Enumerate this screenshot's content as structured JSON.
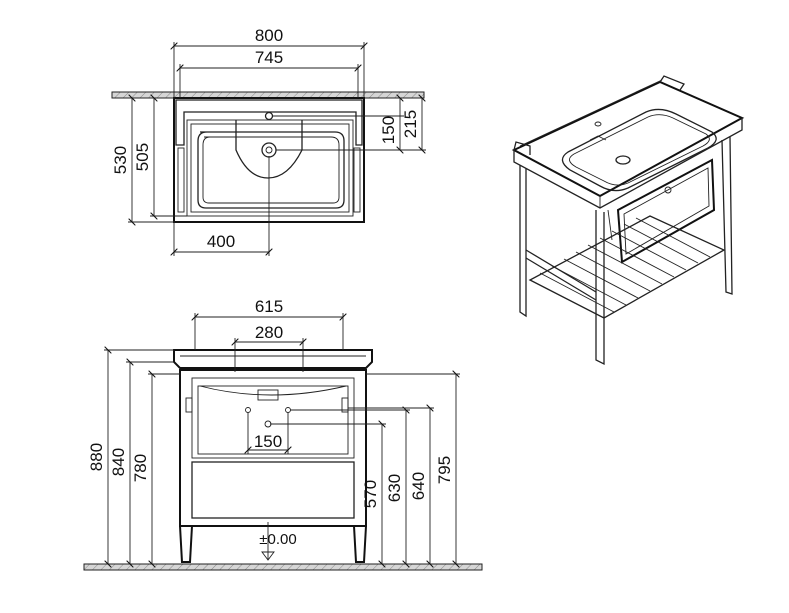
{
  "top_view": {
    "width_overall": "800",
    "width_inner": "745",
    "depth_overall": "530",
    "depth_inner": "505",
    "tap_offset": "150",
    "tap_hole_offset": "215",
    "center_offset": "400"
  },
  "front_view": {
    "top_width": "615",
    "tap_spacing": "280",
    "waste_spacing": "150",
    "floor_level": "±0.00",
    "height_overall": "880",
    "height_basin": "840",
    "height_frame": "780",
    "height_waste": "570",
    "height_pipe": "630",
    "height_drawer": "640",
    "height_shelf": "795"
  },
  "colors": {
    "line": "#222222",
    "wall_fill": "#bfbfbf"
  }
}
